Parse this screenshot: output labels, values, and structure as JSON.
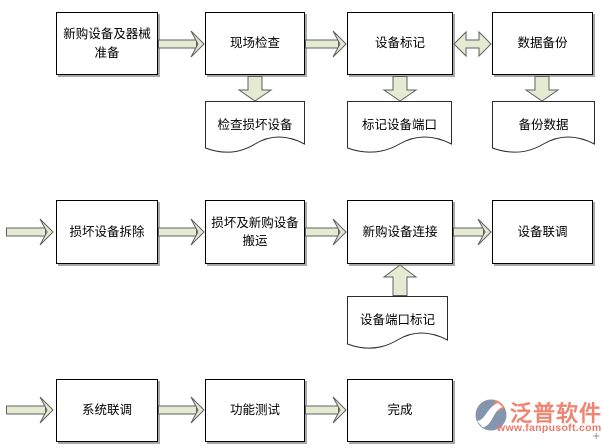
{
  "diagram": {
    "nodes": {
      "prepare": [
        "新购设备及器械",
        "准备"
      ],
      "site_inspection": "现场检查",
      "device_marking": "设备标记",
      "data_backup": "数据备份",
      "inspect_damaged_doc": "检查损坏设备",
      "mark_ports_doc": "标记设备端口",
      "backup_data_doc": "备份数据",
      "remove_damaged": "损坏设备拆除",
      "transport": [
        "损坏及新购设备",
        "搬运"
      ],
      "connect_new": "新购设备连接",
      "joint_debug": "设备联调",
      "port_marking_doc": "设备端口标记",
      "system_debug": "系统联调",
      "function_test": "功能测试",
      "done": "完成"
    },
    "colors": {
      "arrow_fill": "#E5EBD3",
      "arrow_stroke": "#5F5F5F",
      "box_border": "#000000",
      "box_shadow": "#A8A8A8",
      "doc_border": "#2B2B2B"
    }
  },
  "logo": {
    "brand": "泛普软件",
    "url": "www.fanpusoft.com",
    "brand_color": "#EE8573",
    "url_color": "#E97A6B",
    "icon_color": "#8496AD",
    "icon_accent": "#EE8573"
  },
  "footer_mark": "+"
}
